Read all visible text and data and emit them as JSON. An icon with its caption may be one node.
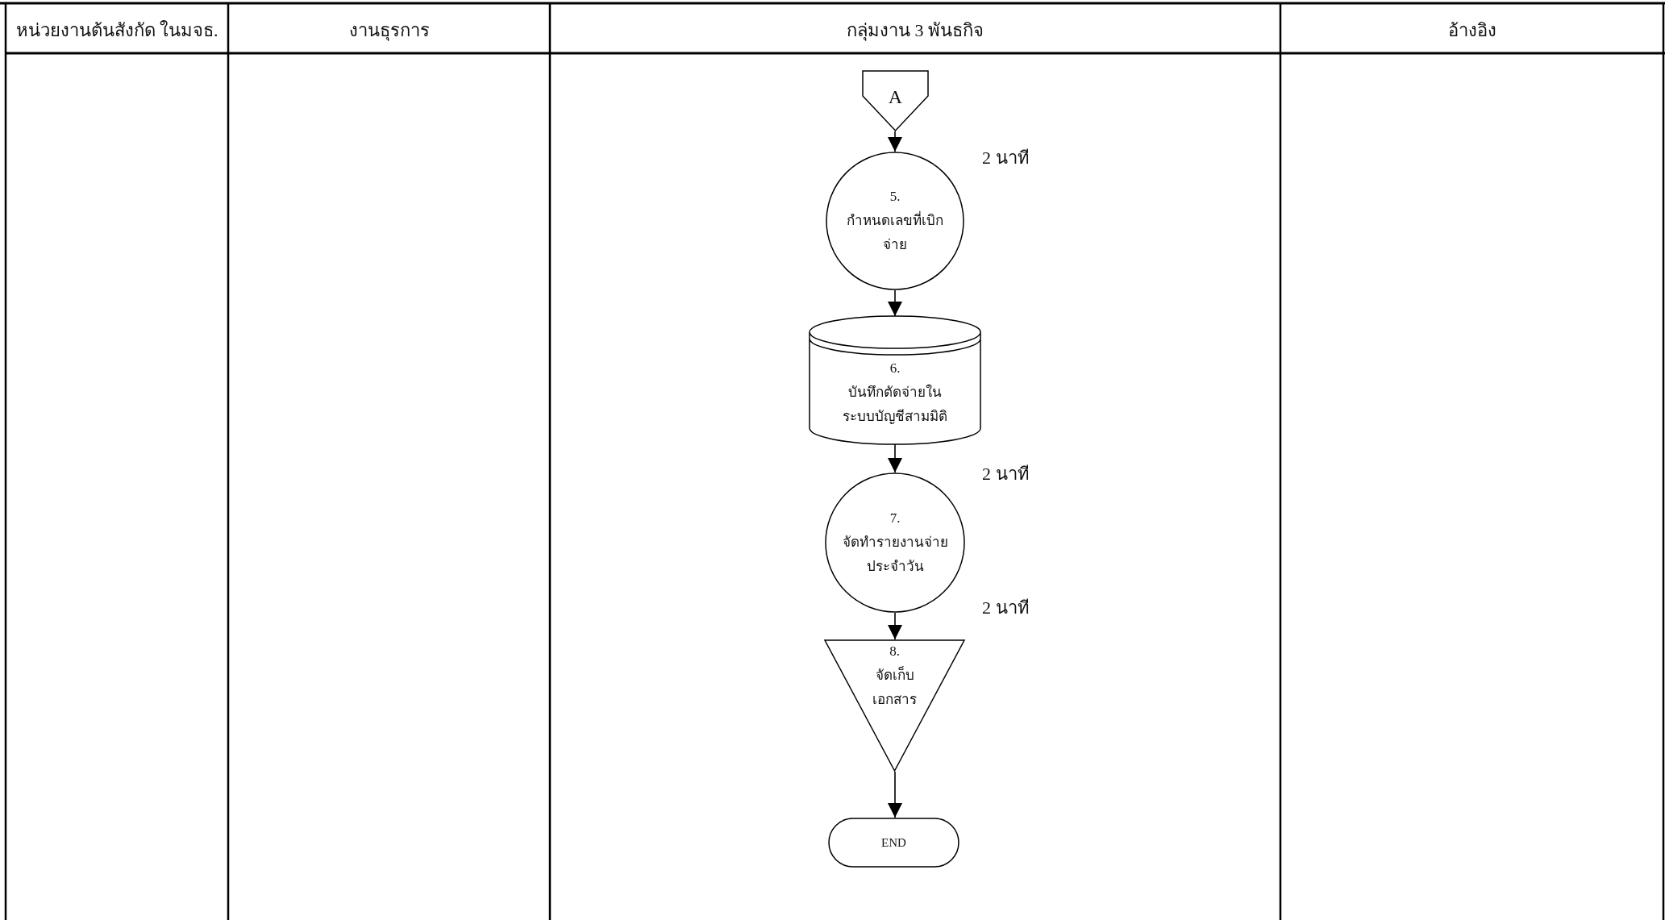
{
  "diagram": {
    "nodes": [
      {
        "text": [
          "A"
        ]
      },
      {
        "text": [
          "5.",
          "กำหนดเลขที่เบิกจ่าย"
        ],
        "beside": [
          "2 นาที"
        ]
      },
      {
        "text": [
          "6.",
          "บันทึกตัดจ่ายในระบบบัญชีสามมิติ"
        ]
      },
      {
        "text": [
          "7.",
          "จัดทำรายงานจ่ายประจำวัน"
        ],
        "beside": [
          "2 นาที",
          "2 นาที"
        ]
      },
      {
        "text": [
          "8.",
          "จัดเก็บเอกสาร"
        ]
      },
      {
        "text": [
          "END"
        ]
      }
    ],
    "edges": [
      {
        "from": 0,
        "to": 1,
        "arrow": "to"
      },
      {
        "from": 1,
        "to": 2,
        "arrow": "to"
      },
      {
        "from": 2,
        "to": 3,
        "arrow": "to"
      },
      {
        "from": 3,
        "to": 4,
        "arrow": "to"
      },
      {
        "from": 4,
        "to": 5,
        "arrow": "to"
      }
    ],
    "labels": [
      "หน่วยงานต้นสังกัด ในมจธ.",
      "งานธุรการ",
      "กลุ่มงาน 3 พันธกิจ",
      "อ้างอิง"
    ]
  }
}
